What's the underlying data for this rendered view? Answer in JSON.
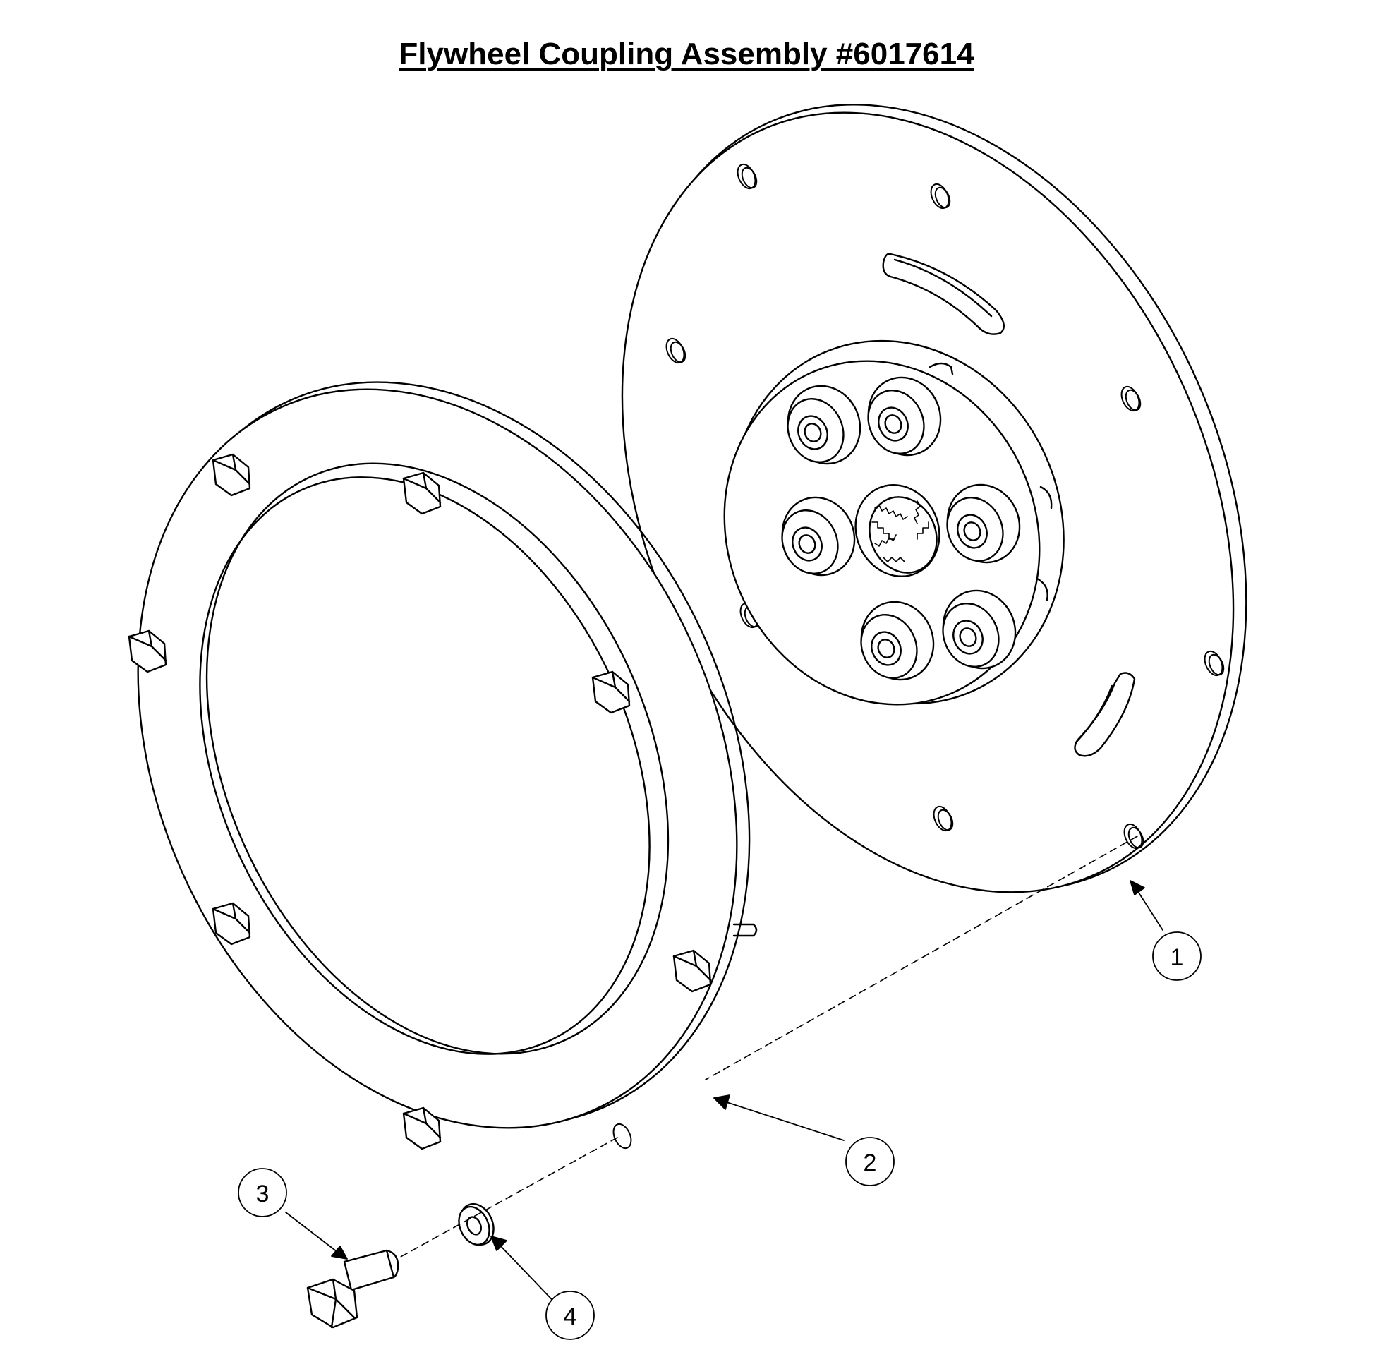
{
  "title": "Flywheel Coupling Assembly #6017614",
  "callouts": [
    {
      "id": "callout-1",
      "label": "1"
    },
    {
      "id": "callout-2",
      "label": "2"
    },
    {
      "id": "callout-3",
      "label": "3"
    },
    {
      "id": "callout-4",
      "label": "4"
    }
  ],
  "colors": {
    "line": "#000000",
    "background": "#ffffff"
  }
}
